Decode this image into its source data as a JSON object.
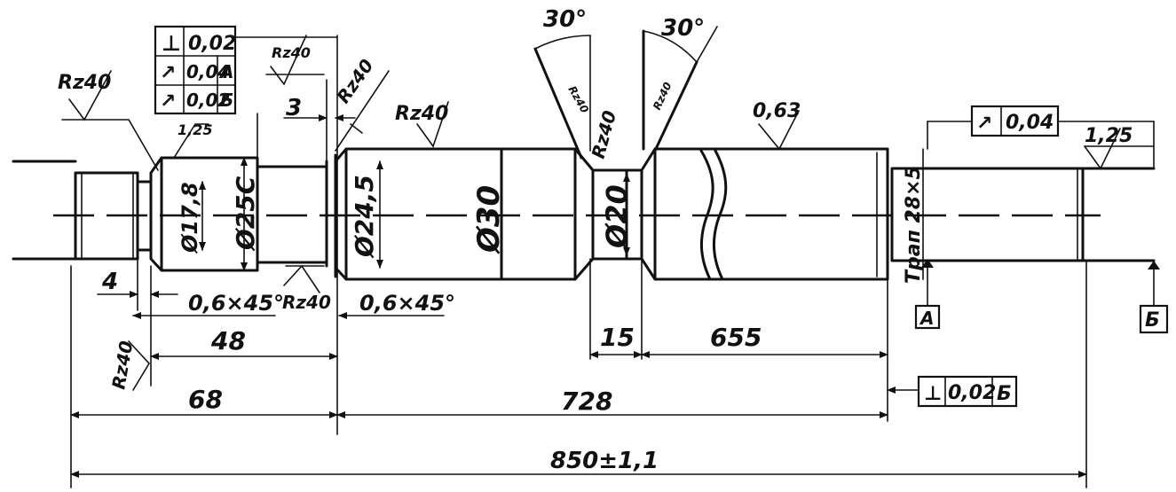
{
  "drawing": {
    "overall_length": "850±1,1",
    "dimensions": {
      "left_total": "68",
      "middle_total": "728",
      "collar": "48",
      "thread_relief": "4",
      "chamfer_left": "0,6×45°",
      "chamfer_mid": "0,6×45°",
      "step_3": "3",
      "neck_width": "15",
      "thread_length": "655"
    },
    "diameters": {
      "d_178": "Ø17,8",
      "d_25c": "Ø25С",
      "d_245": "Ø24,5",
      "d_30": "Ø30",
      "d_20": "Ø20"
    },
    "thread_label": "Трап 28×5",
    "angles": {
      "left": "30°",
      "right": "30°"
    },
    "roughness": {
      "rz40": "Rz40",
      "r063": "0,63",
      "r125": "1,25",
      "r25": "1,25"
    },
    "tolerance_frame_top": [
      {
        "symbol": "⊥",
        "value": "0,02",
        "datum": ""
      },
      {
        "symbol": "↗",
        "value": "0,04",
        "datum": "А"
      },
      {
        "symbol": "↗",
        "value": "0,02",
        "datum": "Б"
      }
    ],
    "tolerance_frame_right": {
      "symbol": "↗",
      "value": "0,04"
    },
    "tolerance_frame_bottom": {
      "symbol": "⊥",
      "value": "0,02",
      "datum": "Б"
    },
    "datums": {
      "a": "А",
      "b": "Б"
    }
  }
}
